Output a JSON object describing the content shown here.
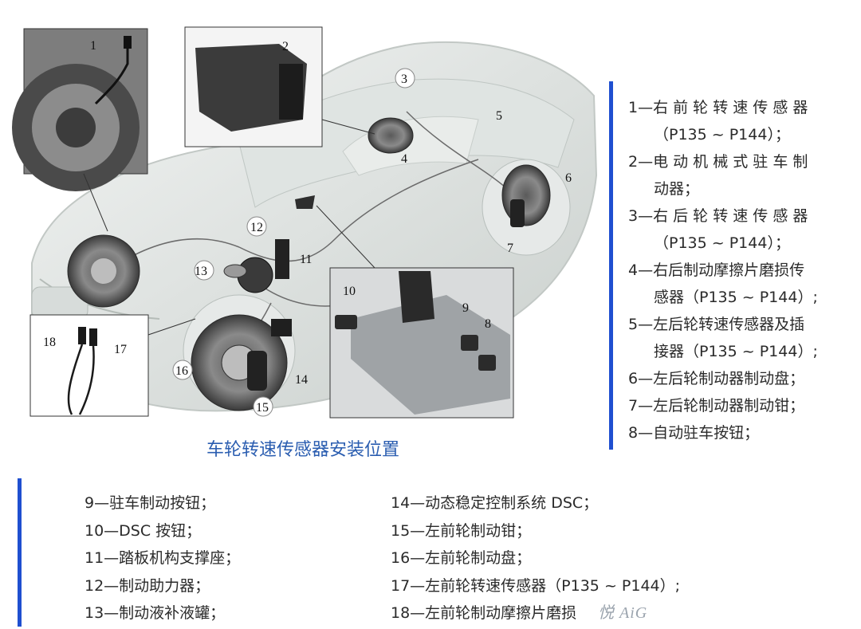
{
  "diagram": {
    "caption": "车轮转速传感器安装位置",
    "callouts": [
      "1",
      "2",
      "3",
      "4",
      "5",
      "6",
      "7",
      "8",
      "9",
      "10",
      "11",
      "12",
      "13",
      "14",
      "15",
      "16",
      "17",
      "18"
    ]
  },
  "legend_right": [
    {
      "text": "1—右 前 轮 转 速 传 感 器",
      "indent": false
    },
    {
      "text": "（P135 ~ P144）；",
      "indent": true
    },
    {
      "text": "2—电 动 机 械 式 驻 车 制",
      "indent": false
    },
    {
      "text": "动器；",
      "indent": true
    },
    {
      "text": "3—右 后 轮 转 速 传 感 器",
      "indent": false
    },
    {
      "text": "（P135 ~ P144）；",
      "indent": true
    },
    {
      "text": "4—右后制动摩擦片磨损传",
      "indent": false
    },
    {
      "text": "感器（P135 ~ P144）;",
      "indent": true
    },
    {
      "text": "5—左后轮转速传感器及插",
      "indent": false
    },
    {
      "text": "接器（P135 ~ P144）;",
      "indent": true
    },
    {
      "text": "6—左后轮制动器制动盘；",
      "indent": false
    },
    {
      "text": "7—左后轮制动器制动钳；",
      "indent": false
    },
    {
      "text": "8—自动驻车按钮；",
      "indent": false
    }
  ],
  "legend_bottom_left": [
    "9—驻车制动按钮；",
    "10—DSC 按钮；",
    "11—踏板机构支撑座；",
    "12—制动助力器；",
    "13—制动液补液罐；"
  ],
  "legend_bottom_right": [
    "14—动态稳定控制系统 DSC；",
    "15—左前轮制动钳；",
    "16—左前轮制动盘；",
    "17—左前轮转速传感器（P135 ~ P144）;",
    "18—左前轮制动摩擦片磨损"
  ],
  "watermark": "悦 AiG",
  "colors": {
    "accent": "#1f4fd0",
    "caption": "#2a5db0"
  }
}
